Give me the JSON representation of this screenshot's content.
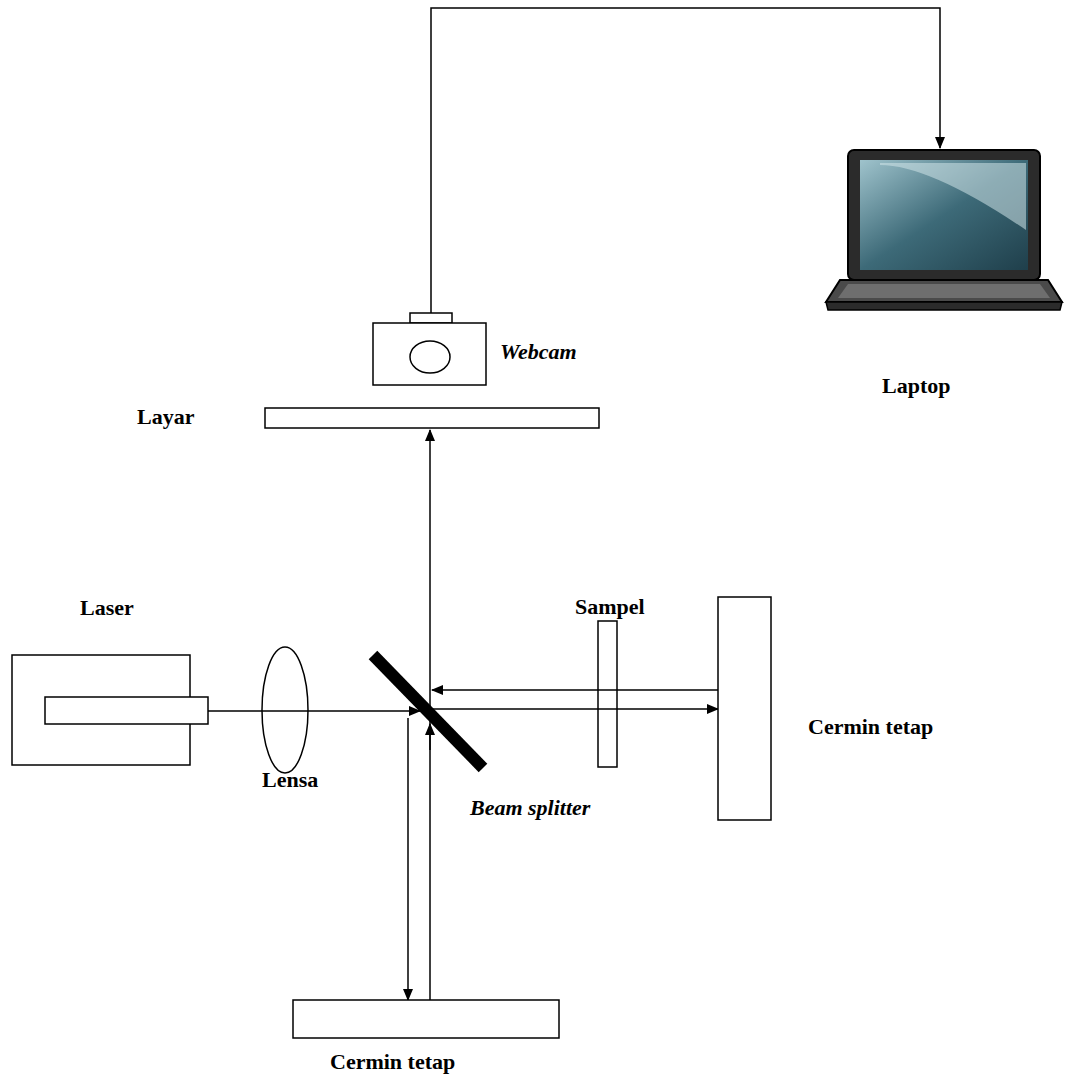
{
  "diagram": {
    "labels": [
      "Webcam",
      "Laptop",
      "Layar",
      "Laser",
      "Sampel",
      "Cermin tetap",
      "Lensa",
      "Beam splitter",
      "Cermin tetap"
    ]
  }
}
